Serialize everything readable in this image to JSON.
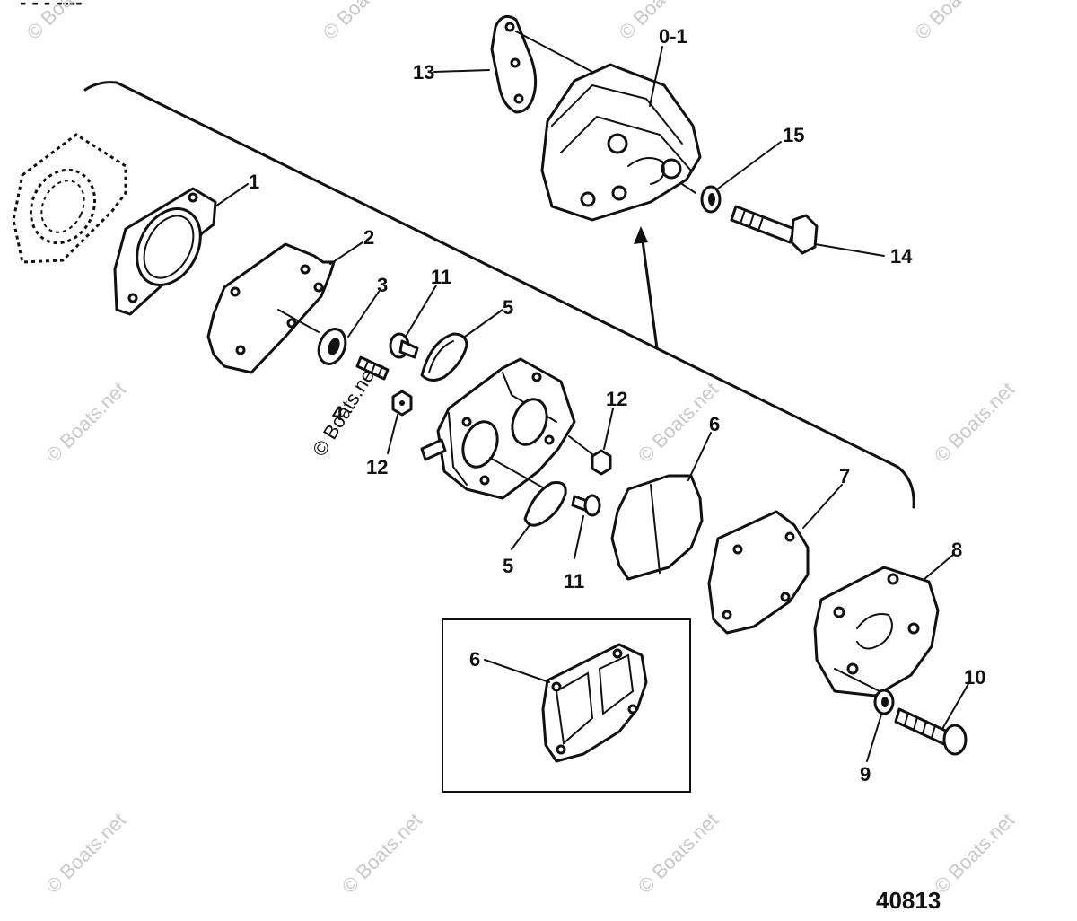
{
  "header_text": "-  -  - ----",
  "figure_number": "40813",
  "watermark": "© Boats.net",
  "callouts": {
    "c_0_1": "0-1",
    "c_13": "13",
    "c_15": "15",
    "c_14": "14",
    "c_1": "1",
    "c_2": "2",
    "c_3": "3",
    "c_4": "4",
    "c_11a": "11",
    "c_5a": "5",
    "c_12a": "12",
    "c_12b": "12",
    "c_6a": "6",
    "c_5b": "5",
    "c_11b": "11",
    "c_7": "7",
    "c_8": "8",
    "c_6b": "6",
    "c_10": "10",
    "c_9": "9"
  },
  "colors": {
    "ink": "#111111",
    "watermark": "#c8c8c8",
    "background": "#ffffff"
  }
}
